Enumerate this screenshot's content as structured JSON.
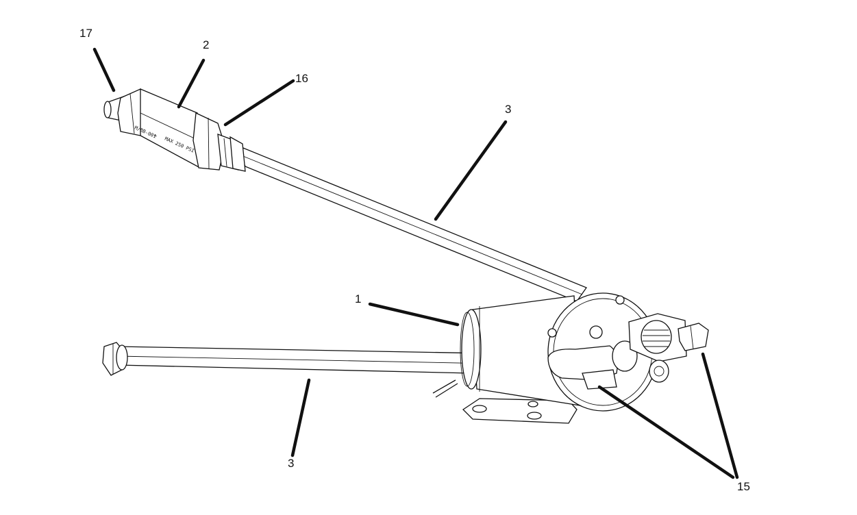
{
  "diagram": {
    "callouts": [
      {
        "id": "17",
        "text": "17"
      },
      {
        "id": "2",
        "text": "2"
      },
      {
        "id": "16",
        "text": "16"
      },
      {
        "id": "3a",
        "text": "3"
      },
      {
        "id": "1",
        "text": "1"
      },
      {
        "id": "3b",
        "text": "3"
      },
      {
        "id": "15",
        "text": "15"
      }
    ],
    "valve_marking_left": "M/BB-001",
    "valve_marking_right": "MAX 250 PSI"
  }
}
